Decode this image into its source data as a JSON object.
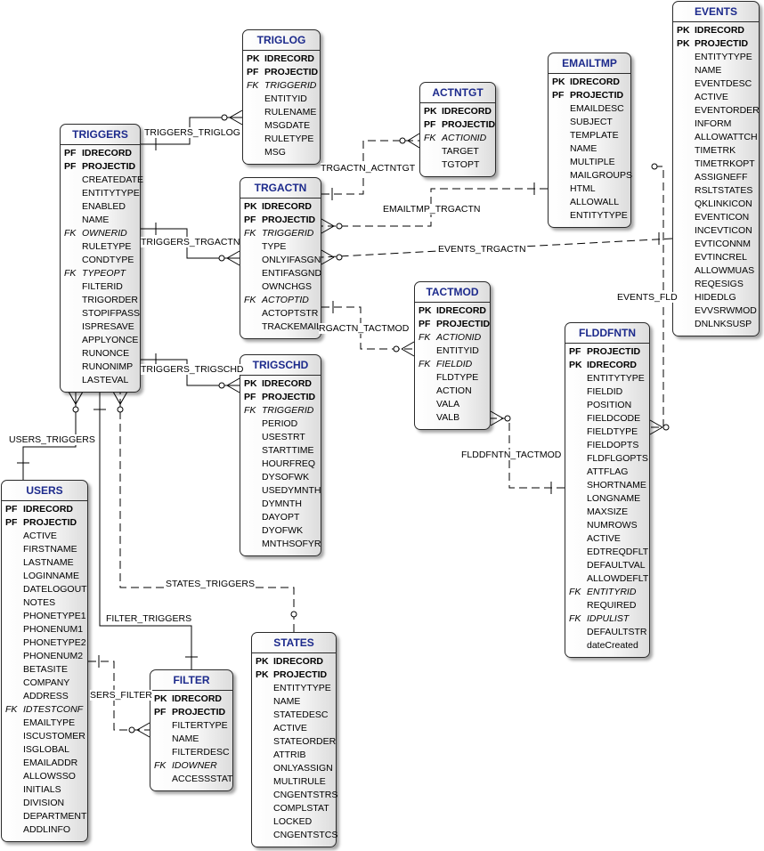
{
  "entities": [
    {
      "id": "TRIGGERS",
      "title": "TRIGGERS",
      "cols": [
        [
          "PF",
          "IDRECORD"
        ],
        [
          "PF",
          "PROJECTID"
        ],
        [
          "",
          "CREATEDATE"
        ],
        [
          "",
          "ENTITYTYPE"
        ],
        [
          "",
          "ENABLED"
        ],
        [
          "",
          "NAME"
        ],
        [
          "FK",
          "OWNERID"
        ],
        [
          "",
          "RULETYPE"
        ],
        [
          "",
          "CONDTYPE"
        ],
        [
          "FK",
          "TYPEOPT"
        ],
        [
          "",
          "FILTERID"
        ],
        [
          "",
          "TRIGORDER"
        ],
        [
          "",
          "STOPIFPASS"
        ],
        [
          "",
          "ISPRESAVE"
        ],
        [
          "",
          "APPLYONCE"
        ],
        [
          "",
          "RUNONCE"
        ],
        [
          "",
          "RUNONIMP"
        ],
        [
          "",
          "LASTEVAL"
        ]
      ]
    },
    {
      "id": "TRIGLOG",
      "title": "TRIGLOG",
      "cols": [
        [
          "PK",
          "IDRECORD"
        ],
        [
          "PF",
          "PROJECTID"
        ],
        [
          "FK",
          "TRIGGERID"
        ],
        [
          "",
          "ENTITYID"
        ],
        [
          "",
          "RULENAME"
        ],
        [
          "",
          "MSGDATE"
        ],
        [
          "",
          "RULETYPE"
        ],
        [
          "",
          "MSG"
        ]
      ]
    },
    {
      "id": "ACTNTGT",
      "title": "ACTNTGT",
      "cols": [
        [
          "PK",
          "IDRECORD"
        ],
        [
          "PF",
          "PROJECTID"
        ],
        [
          "FK",
          "ACTIONID"
        ],
        [
          "",
          "TARGET"
        ],
        [
          "",
          "TGTOPT"
        ]
      ]
    },
    {
      "id": "EMAILTMP",
      "title": "EMAILTMP",
      "cols": [
        [
          "PK",
          "IDRECORD"
        ],
        [
          "PF",
          "PROJECTID"
        ],
        [
          "",
          "EMAILDESC"
        ],
        [
          "",
          "SUBJECT"
        ],
        [
          "",
          "TEMPLATE"
        ],
        [
          "",
          "NAME"
        ],
        [
          "",
          "MULTIPLE"
        ],
        [
          "",
          "MAILGROUPS"
        ],
        [
          "",
          "HTML"
        ],
        [
          "",
          "ALLOWALL"
        ],
        [
          "",
          "ENTITYTYPE"
        ]
      ]
    },
    {
      "id": "EVENTS",
      "title": "EVENTS",
      "cols": [
        [
          "PK",
          "IDRECORD"
        ],
        [
          "PK",
          "PROJECTID"
        ],
        [
          "",
          "ENTITYTYPE"
        ],
        [
          "",
          "NAME"
        ],
        [
          "",
          "EVENTDESC"
        ],
        [
          "",
          "ACTIVE"
        ],
        [
          "",
          "EVENTORDER"
        ],
        [
          "",
          "INFORM"
        ],
        [
          "",
          "ALLOWATTCH"
        ],
        [
          "",
          "TIMETRK"
        ],
        [
          "",
          "TIMETRKOPT"
        ],
        [
          "",
          "ASSIGNEFF"
        ],
        [
          "",
          "RSLTSTATES"
        ],
        [
          "",
          "QKLINKICON"
        ],
        [
          "",
          "EVENTICON"
        ],
        [
          "",
          "INCEVTICON"
        ],
        [
          "",
          "EVTICONNM"
        ],
        [
          "",
          "EVTINCREL"
        ],
        [
          "",
          "ALLOWMUAS"
        ],
        [
          "",
          "REQESIGS"
        ],
        [
          "",
          "HIDEDLG"
        ],
        [
          "",
          "EVVSRWMOD"
        ],
        [
          "",
          "DNLNKSUSP"
        ]
      ]
    },
    {
      "id": "TRGACTN",
      "title": "TRGACTN",
      "cols": [
        [
          "PK",
          "IDRECORD"
        ],
        [
          "PF",
          "PROJECTID"
        ],
        [
          "FK",
          "TRIGGERID"
        ],
        [
          "",
          "TYPE"
        ],
        [
          "",
          "ONLYIFASGN"
        ],
        [
          "",
          "ENTIFASGND"
        ],
        [
          "",
          "OWNCHGS"
        ],
        [
          "FK",
          "ACTOPTID"
        ],
        [
          "",
          "ACTOPTSTR"
        ],
        [
          "",
          "TRACKEMAIL"
        ]
      ]
    },
    {
      "id": "TACTMOD",
      "title": "TACTMOD",
      "cols": [
        [
          "PK",
          "IDRECORD"
        ],
        [
          "PF",
          "PROJECTID"
        ],
        [
          "FK",
          "ACTIONID"
        ],
        [
          "",
          "ENTITYID"
        ],
        [
          "FK",
          "FIELDID"
        ],
        [
          "",
          "FLDTYPE"
        ],
        [
          "",
          "ACTION"
        ],
        [
          "",
          "VALA"
        ],
        [
          "",
          "VALB"
        ]
      ]
    },
    {
      "id": "TRIGSCHD",
      "title": "TRIGSCHD",
      "cols": [
        [
          "PK",
          "IDRECORD"
        ],
        [
          "PF",
          "PROJECTID"
        ],
        [
          "FK",
          "TRIGGERID"
        ],
        [
          "",
          "PERIOD"
        ],
        [
          "",
          "USESTRT"
        ],
        [
          "",
          "STARTTIME"
        ],
        [
          "",
          "HOURFREQ"
        ],
        [
          "",
          "DYSOFWK"
        ],
        [
          "",
          "USEDYMNTH"
        ],
        [
          "",
          "DYMNTH"
        ],
        [
          "",
          "DAYOPT"
        ],
        [
          "",
          "DYOFWK"
        ],
        [
          "",
          "MNTHSOFYR"
        ]
      ]
    },
    {
      "id": "FLDDFNTN",
      "title": "FLDDFNTN",
      "cols": [
        [
          "PF",
          "PROJECTID"
        ],
        [
          "PK",
          "IDRECORD"
        ],
        [
          "",
          "ENTITYTYPE"
        ],
        [
          "",
          "FIELDID"
        ],
        [
          "",
          "POSITION"
        ],
        [
          "",
          "FIELDCODE"
        ],
        [
          "",
          "FIELDTYPE"
        ],
        [
          "",
          "FIELDOPTS"
        ],
        [
          "",
          "FLDFLGOPTS"
        ],
        [
          "",
          "ATTFLAG"
        ],
        [
          "",
          "SHORTNAME"
        ],
        [
          "",
          "LONGNAME"
        ],
        [
          "",
          "MAXSIZE"
        ],
        [
          "",
          "NUMROWS"
        ],
        [
          "",
          "ACTIVE"
        ],
        [
          "",
          "EDTREQDFLT"
        ],
        [
          "",
          "DEFAULTVAL"
        ],
        [
          "",
          "ALLOWDEFLT"
        ],
        [
          "FK",
          "ENTITYRID"
        ],
        [
          "",
          "REQUIRED"
        ],
        [
          "FK",
          "IDPULIST"
        ],
        [
          "",
          "DEFAULTSTR"
        ],
        [
          "",
          "dateCreated"
        ]
      ]
    },
    {
      "id": "USERS",
      "title": "USERS",
      "cols": [
        [
          "PF",
          "IDRECORD"
        ],
        [
          "PF",
          "PROJECTID"
        ],
        [
          "",
          "ACTIVE"
        ],
        [
          "",
          "FIRSTNAME"
        ],
        [
          "",
          "LASTNAME"
        ],
        [
          "",
          "LOGINNAME"
        ],
        [
          "",
          "DATELOGOUT"
        ],
        [
          "",
          "NOTES"
        ],
        [
          "",
          "PHONETYPE1"
        ],
        [
          "",
          "PHONENUM1"
        ],
        [
          "",
          "PHONETYPE2"
        ],
        [
          "",
          "PHONENUM2"
        ],
        [
          "",
          "BETASITE"
        ],
        [
          "",
          "COMPANY"
        ],
        [
          "",
          "ADDRESS"
        ],
        [
          "FK",
          "IDTESTCONF"
        ],
        [
          "",
          "EMAILTYPE"
        ],
        [
          "",
          "ISCUSTOMER"
        ],
        [
          "",
          "ISGLOBAL"
        ],
        [
          "",
          "EMAILADDR"
        ],
        [
          "",
          "ALLOWSSO"
        ],
        [
          "",
          "INITIALS"
        ],
        [
          "",
          "DIVISION"
        ],
        [
          "",
          "DEPARTMENT"
        ],
        [
          "",
          "ADDLINFO"
        ]
      ]
    },
    {
      "id": "FILTER",
      "title": "FILTER",
      "cols": [
        [
          "PK",
          "IDRECORD"
        ],
        [
          "PF",
          "PROJECTID"
        ],
        [
          "",
          "FILTERTYPE"
        ],
        [
          "",
          "NAME"
        ],
        [
          "",
          "FILTERDESC"
        ],
        [
          "FK",
          "IDOWNER"
        ],
        [
          "",
          "ACCESSSTAT"
        ]
      ]
    },
    {
      "id": "STATES",
      "title": "STATES",
      "cols": [
        [
          "PK",
          "IDRECORD"
        ],
        [
          "PK",
          "PROJECTID"
        ],
        [
          "",
          "ENTITYTYPE"
        ],
        [
          "",
          "NAME"
        ],
        [
          "",
          "STATEDESC"
        ],
        [
          "",
          "ACTIVE"
        ],
        [
          "",
          "STATEORDER"
        ],
        [
          "",
          "ATTRIB"
        ],
        [
          "",
          "ONLYASSIGN"
        ],
        [
          "",
          "MULTIRULE"
        ],
        [
          "",
          "CNGENTSTRS"
        ],
        [
          "",
          "COMPLSTAT"
        ],
        [
          "",
          "LOCKED"
        ],
        [
          "",
          "CNGENTSTCS"
        ]
      ]
    }
  ],
  "relationships": [
    {
      "id": "triggers_triglog",
      "label": "TRIGGERS_TRIGLOG"
    },
    {
      "id": "trgactn_actntgt",
      "label": "TRGACTN_ACTNTGT"
    },
    {
      "id": "emailtmp_trgactn",
      "label": "EMAILTMP_TRGACTN"
    },
    {
      "id": "triggers_trgactn",
      "label": "TRIGGERS_TRGACTN"
    },
    {
      "id": "events_trgactn",
      "label": "EVENTS_TRGACTN"
    },
    {
      "id": "events_fld",
      "label": "EVENTS_FLD"
    },
    {
      "id": "trgactn_tactmod",
      "label": "RGACTN_TACTMOD"
    },
    {
      "id": "triggers_trigschd",
      "label": "TRIGGERS_TRIGSCHD"
    },
    {
      "id": "flddfntn_tactmod",
      "label": "FLDDFNTN_TACTMOD"
    },
    {
      "id": "users_triggers",
      "label": "USERS_TRIGGERS"
    },
    {
      "id": "states_triggers",
      "label": "STATES_TRIGGERS"
    },
    {
      "id": "filter_triggers",
      "label": "FILTER_TRIGGERS"
    },
    {
      "id": "users_filter",
      "label": "SERS_FILTER"
    }
  ]
}
